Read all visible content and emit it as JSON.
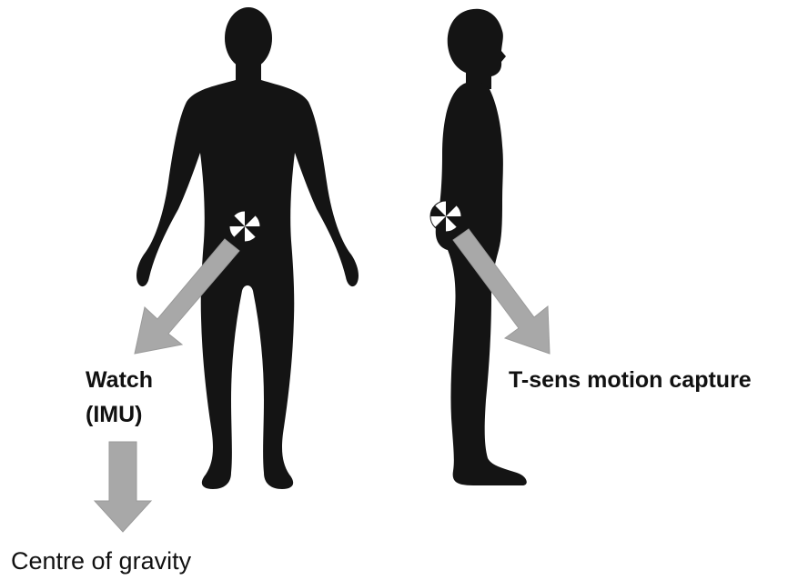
{
  "labels": {
    "watch_line1": "Watch",
    "watch_line2": "(IMU)",
    "tsens": "T-sens motion capture",
    "cog": "Centre of gravity"
  },
  "colors": {
    "silhouette": "#141414",
    "arrow": "#a8a8a8",
    "arrow_stroke": "#9a9a9a",
    "marker_dark": "#141414",
    "marker_light": "#ffffff",
    "text": "#111111"
  },
  "icons": {
    "front_figure": "human-silhouette-front",
    "side_figure": "human-silhouette-side",
    "marker": "sensor-marker-icon",
    "arrow": "arrow-icon"
  }
}
